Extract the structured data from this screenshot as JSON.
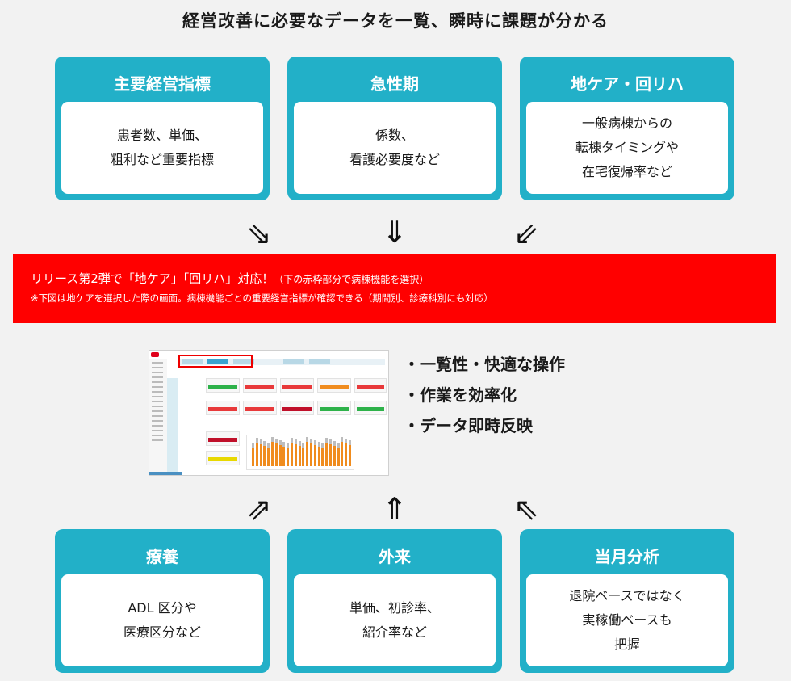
{
  "headline": "経営改善に必要なデータを一覧、瞬時に課題が分かる",
  "top_cards": [
    {
      "title": "主要経営指標",
      "lines": [
        "患者数、単価、",
        "粗利など重要指標"
      ]
    },
    {
      "title": "急性期",
      "lines": [
        "係数、",
        "看護必要度など"
      ]
    },
    {
      "title": "地ケア・回リハ",
      "lines": [
        "一般病棟からの",
        "転棟タイミングや",
        "在宅復帰率など"
      ]
    }
  ],
  "bottom_cards": [
    {
      "title": "療養",
      "lines": [
        "ADL 区分や",
        "医療区分など"
      ]
    },
    {
      "title": "外来",
      "lines": [
        "単価、初診率、",
        "紹介率など"
      ]
    },
    {
      "title": "当月分析",
      "lines": [
        "退院ベースではなく",
        "実稼働ベースも",
        "把握"
      ]
    }
  ],
  "arrows": {
    "top_left": "⇘",
    "top_center": "⇓",
    "top_right": "⇙",
    "bottom_left": "⇗",
    "bottom_center": "⇑",
    "bottom_right": "⇖"
  },
  "banner": {
    "main": "リリース第2弾で「地ケア」「回リハ」対応！",
    "note": "（下の赤枠部分で病棟機能を選択）",
    "sub": "※下図は地ケアを選択した際の画面。病棟機能ごとの重要経営指標が確認できる（期間別、診療科別にも対応）"
  },
  "bullets": [
    "・一覧性・快適な操作",
    "・作業を効率化",
    "・データ即時反映"
  ],
  "colors": {
    "card": "#22b0c8",
    "banner": "#ff0000",
    "background": "#f2f2f2",
    "selection_frame": "#e00000",
    "chart_bar": "#f08c1e"
  }
}
